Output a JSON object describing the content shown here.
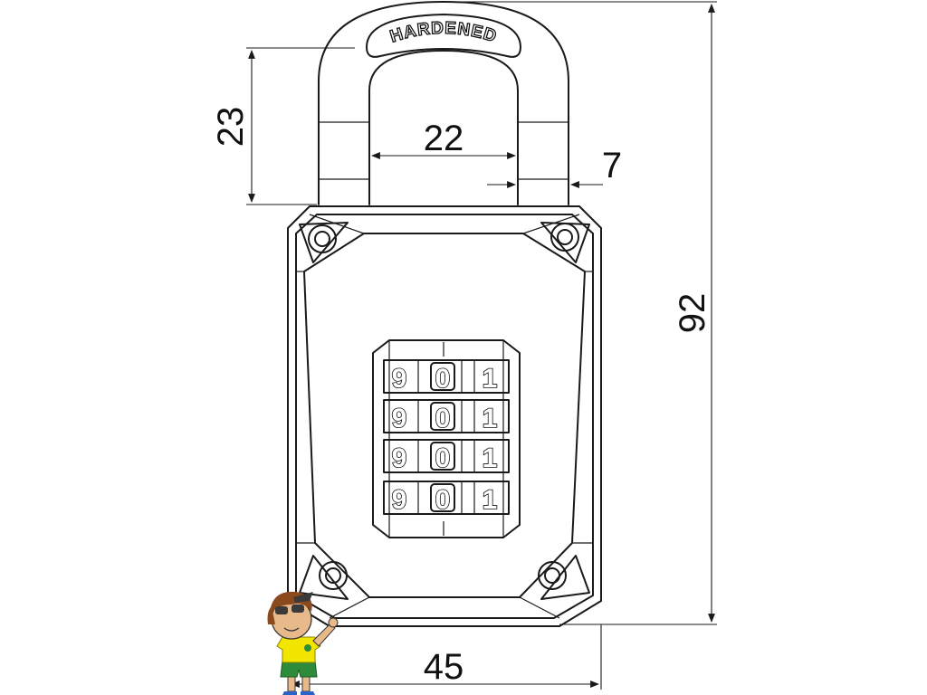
{
  "shackle_label": "HARDENED",
  "dimensions": {
    "shackle_height": "23",
    "shackle_inner_width": "22",
    "shackle_thickness": "7",
    "body_width": "45",
    "total_height": "92"
  },
  "dials": [
    [
      "9",
      "0",
      "1"
    ],
    [
      "9",
      "0",
      "1"
    ],
    [
      "9",
      "0",
      "1"
    ],
    [
      "9",
      "0",
      "1"
    ]
  ],
  "colors": {
    "line": "#1a1a1a",
    "background": "#ffffff",
    "mascot_shirt": "#f2e600",
    "mascot_shorts": "#2e8b3a"
  }
}
